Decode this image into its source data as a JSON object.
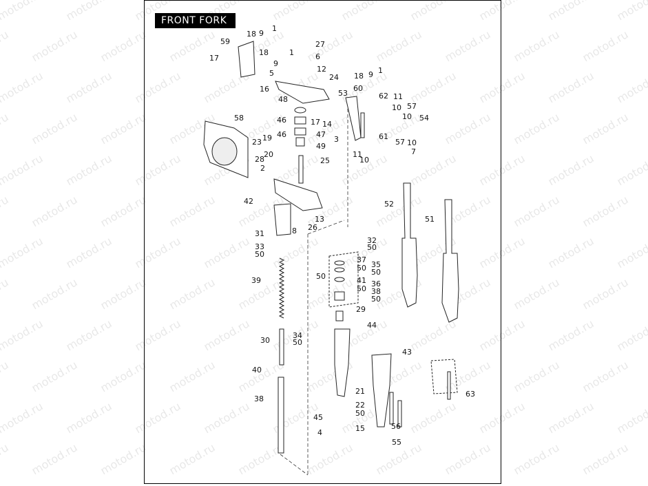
{
  "title": "FRONT FORK",
  "watermark": "motod.ru",
  "callouts": [
    "1",
    "2",
    "3",
    "4",
    "5",
    "6",
    "7",
    "8",
    "9",
    "10",
    "11",
    "12",
    "13",
    "14",
    "15",
    "16",
    "17",
    "18",
    "19",
    "20",
    "21",
    "22",
    "23",
    "24",
    "25",
    "26",
    "27",
    "28",
    "29",
    "30",
    "31",
    "32",
    "33",
    "34",
    "35",
    "36",
    "37",
    "38",
    "39",
    "40",
    "41",
    "42",
    "43",
    "44",
    "45",
    "46",
    "47",
    "48",
    "49",
    "50",
    "51",
    "52",
    "53",
    "54",
    "55",
    "56",
    "57",
    "58",
    "59",
    "60",
    "61",
    "62",
    "63"
  ]
}
